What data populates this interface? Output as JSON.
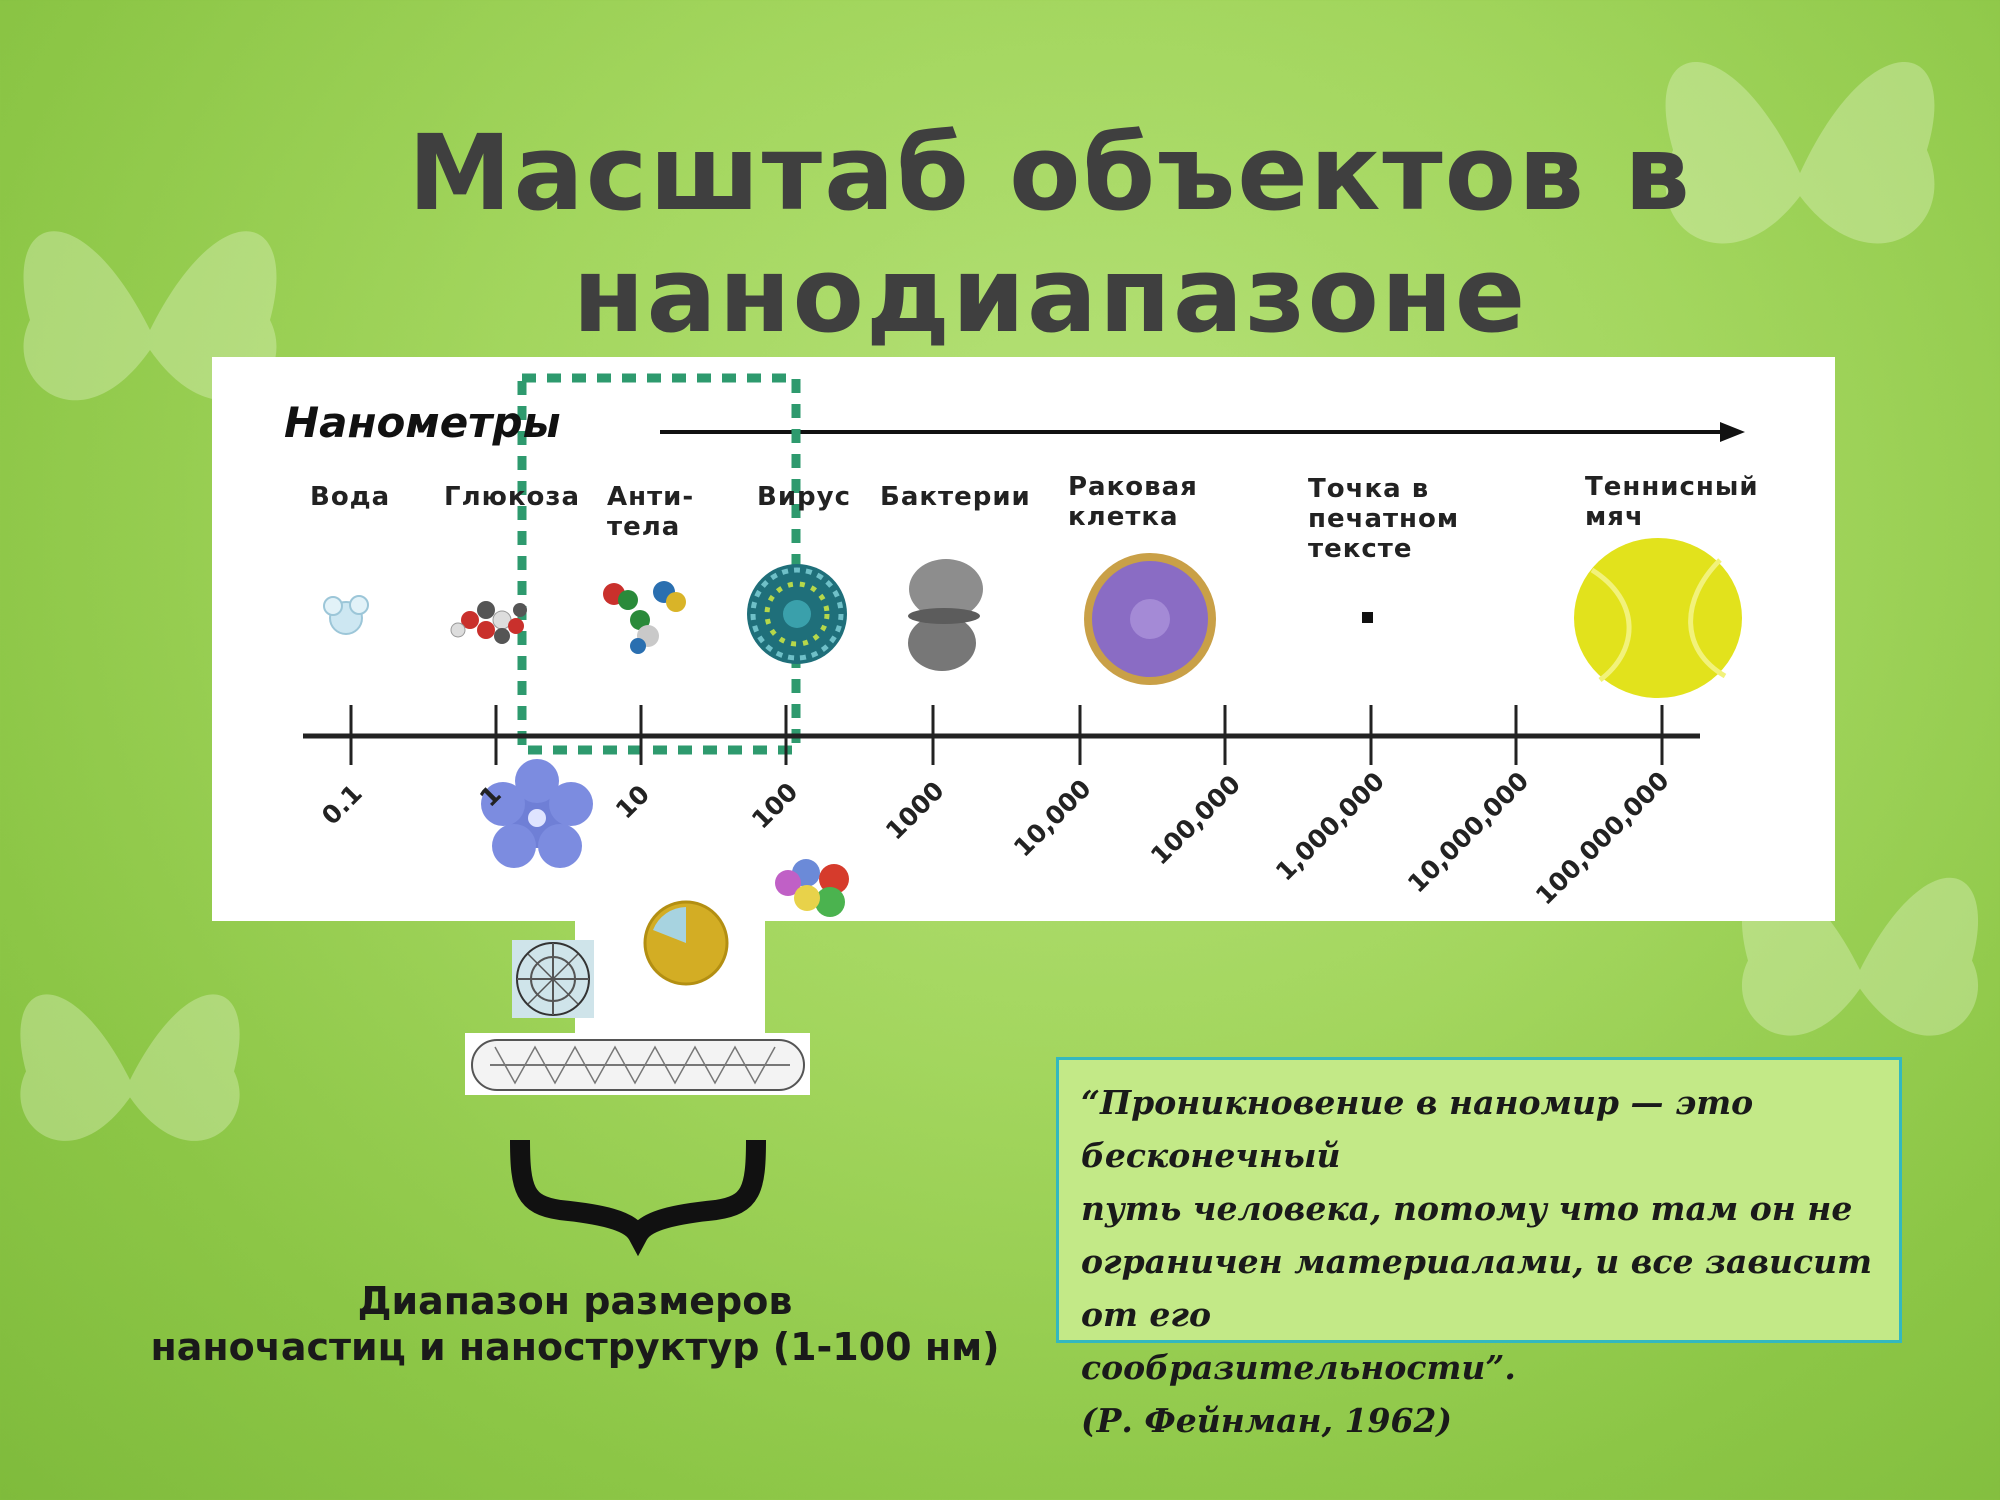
{
  "slide": {
    "title_line1": "Масштаб объектов в",
    "title_line2": "нанодиапазоне"
  },
  "scale": {
    "heading": "Нанометры",
    "objects": [
      {
        "label": "Вода",
        "icon": "water-molecule-icon"
      },
      {
        "label": "Глюкоза",
        "icon": "glucose-molecule-icon"
      },
      {
        "label": "Анти-\nтела",
        "icon": "antibody-icon"
      },
      {
        "label": "Вирус",
        "icon": "virus-icon"
      },
      {
        "label": "Бактерии",
        "icon": "bacterium-icon"
      },
      {
        "label": "Раковая\nклетка",
        "icon": "cancer-cell-icon"
      },
      {
        "label": "Точка в\nпечатном\nтексте",
        "icon": "printed-dot-icon"
      },
      {
        "label": "Теннисный\nмяч",
        "icon": "tennis-ball-icon"
      }
    ],
    "ticks": [
      "0.1",
      "1",
      "10",
      "100",
      "1000",
      "10,000",
      "100,000",
      "1,000,000",
      "10,000,000",
      "100,000,000"
    ],
    "highlight_range_nm": [
      1,
      100
    ]
  },
  "nano_objects": [
    "dendrimer-icon",
    "core-shell-nanoparticle-icon",
    "quantum-dots-icon",
    "fullerene-icon",
    "carbon-nanotube-icon"
  ],
  "range": {
    "line1": "Диапазон размеров",
    "line2": "наночастиц и наноструктур (1-100 нм)"
  },
  "quote": {
    "line1": "“Проникновение в наномир — это бесконечный",
    "line2": "путь человека, потому что там он не",
    "line3": "ограничен материалами, и все зависит от его",
    "line4": "сообразительности”.",
    "line5": "(Р. Фейнман, 1962)"
  },
  "colors": {
    "background": "#9ed15a",
    "title": "#3f3f3f",
    "highlight_box": "#2e9a6e",
    "quote_bg": "#c3e987",
    "quote_border": "#33b8bf"
  }
}
